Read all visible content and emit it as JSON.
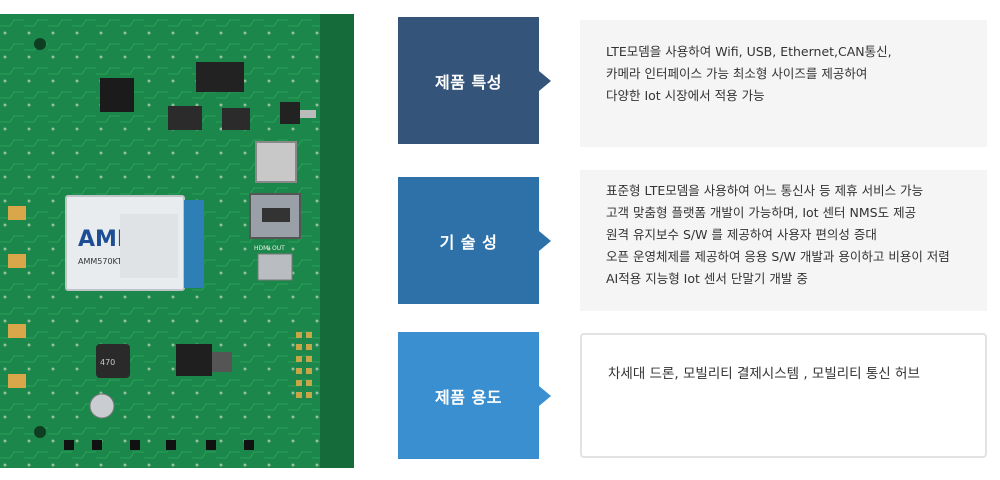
{
  "sections": [
    {
      "label": "제품 특성",
      "color": "#34547a",
      "lines": [
        "LTE모뎀을 사용하여 Wifi, USB, Ethernet,CAN통신,",
        "카메라 인터페이스 가능 최소형 사이즈를 제공하여",
        "다양한 Iot 시장에서 적용 가능"
      ]
    },
    {
      "label": "기 술 성",
      "color": "#2e71a8",
      "lines": [
        "표준형 LTE모뎀을 사용하여 어느 통신사 등 제휴 서비스 가능",
        "고객 맞춤형 플랫폼 개발이 가능하며, Iot 센터 NMS도 제공",
        "원격 유지보수 S/W 를 제공하여 사용자 편의성 증대",
        "오픈 운영체제를 제공하여 응용 S/W 개발과  용이하고 비용이 저렴",
        "AI적용 지능형 Iot 센서 단말기 개발 중"
      ]
    },
    {
      "label": "제품 용도",
      "color": "#3a8fd0",
      "lines": [
        "차세대 드론, 모빌리티 결제시스템 , 모빌리티 통신 허브"
      ]
    }
  ],
  "board_marks": {
    "module_brand": "AMM",
    "module_model": "AMM570KT",
    "chip_marking": "470",
    "connector_label": "HDMI OUT"
  }
}
